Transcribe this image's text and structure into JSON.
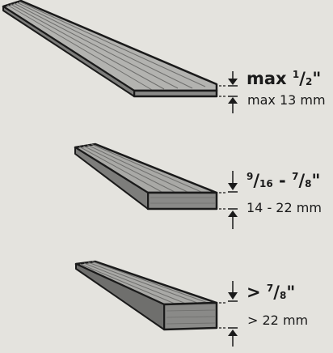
{
  "colors": {
    "background": "#e4e3de",
    "board_top": "#a6a6a4",
    "board_top_light": "#b9b9b6",
    "board_front": "#8a8a88",
    "grain": "#6f6f6d",
    "outline": "#1a1a1a"
  },
  "boards": [
    {
      "id": "thin",
      "label_bold_prefix": "max ",
      "label_num": "1",
      "label_den": "2",
      "label_mid": "",
      "label_num2": "",
      "label_den2": "",
      "label_suffix": "\"",
      "label_mm": "max 13 mm"
    },
    {
      "id": "medium",
      "label_bold_prefix": "",
      "label_num": "9",
      "label_den": "16",
      "label_mid": " - ",
      "label_num2": "7",
      "label_den2": "8",
      "label_suffix": "\"",
      "label_mm": "14 - 22 mm"
    },
    {
      "id": "thick",
      "label_bold_prefix": "> ",
      "label_num": "7",
      "label_den": "8",
      "label_mid": "",
      "label_num2": "",
      "label_den2": "",
      "label_suffix": "\"",
      "label_mm": "> 22 mm"
    }
  ]
}
